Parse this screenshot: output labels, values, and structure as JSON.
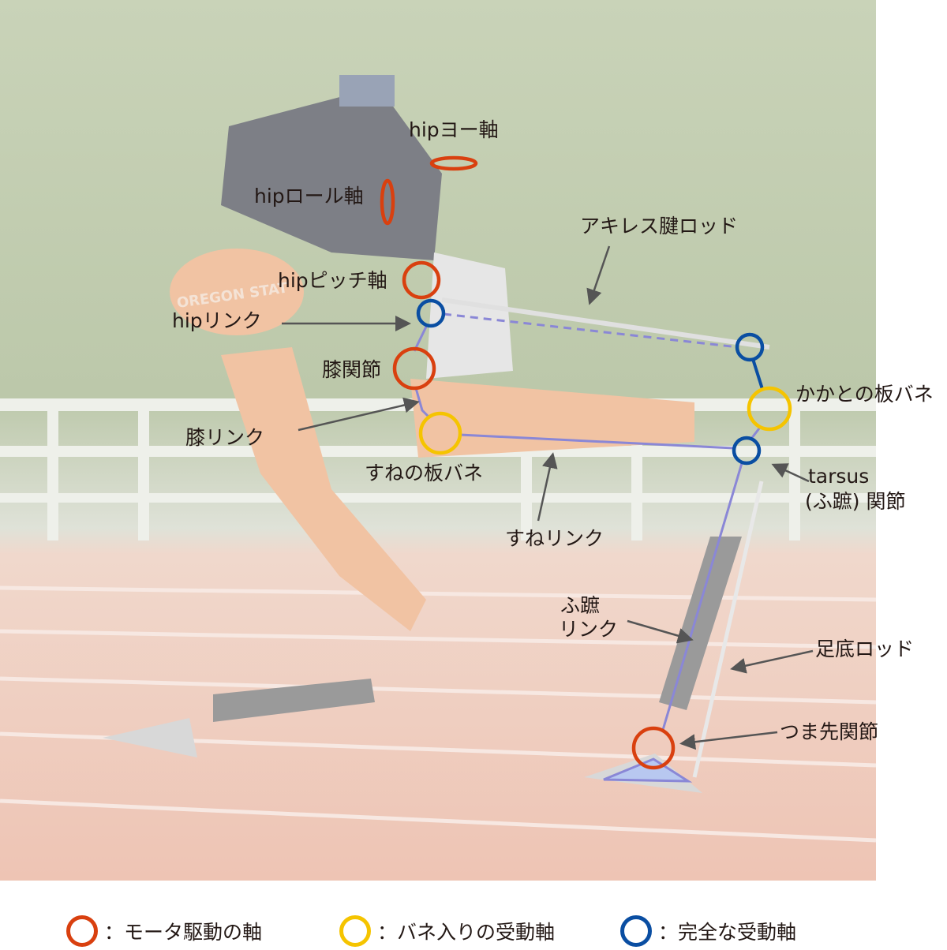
{
  "labels": {
    "hip_yaw": "hipヨー軸",
    "hip_roll": "hipロール軸",
    "achilles": "アキレス腱ロッド",
    "hip_pitch": "hipピッチ軸",
    "hip_link": "hipリンク",
    "knee_joint": "膝関節",
    "knee_link": "膝リンク",
    "shin_spring": "すねの板バネ",
    "shin_link": "すねリンク",
    "heel_spring": "かかとの板バネ",
    "tarsus1": "tarsus",
    "tarsus2": "(ふ蹠) 関節",
    "tarsus_link1": "ふ蹠",
    "tarsus_link2": "リンク",
    "plantar_rod": "足底ロッド",
    "toe_joint": "つま先関節",
    "logo": "OREGON STATE UNIVERSITY"
  },
  "legend": [
    {
      "label": "：モータ駆動の軸",
      "color": "#d9400f"
    },
    {
      "label": "：バネ入りの受動軸",
      "color": "#f5c400"
    },
    {
      "label": "：完全な受動軸",
      "color": "#0a4ea2"
    }
  ],
  "colors": {
    "motor": "#d9400f",
    "spring": "#f5c400",
    "passive": "#0a4ea2",
    "link": "#8a87d6"
  }
}
